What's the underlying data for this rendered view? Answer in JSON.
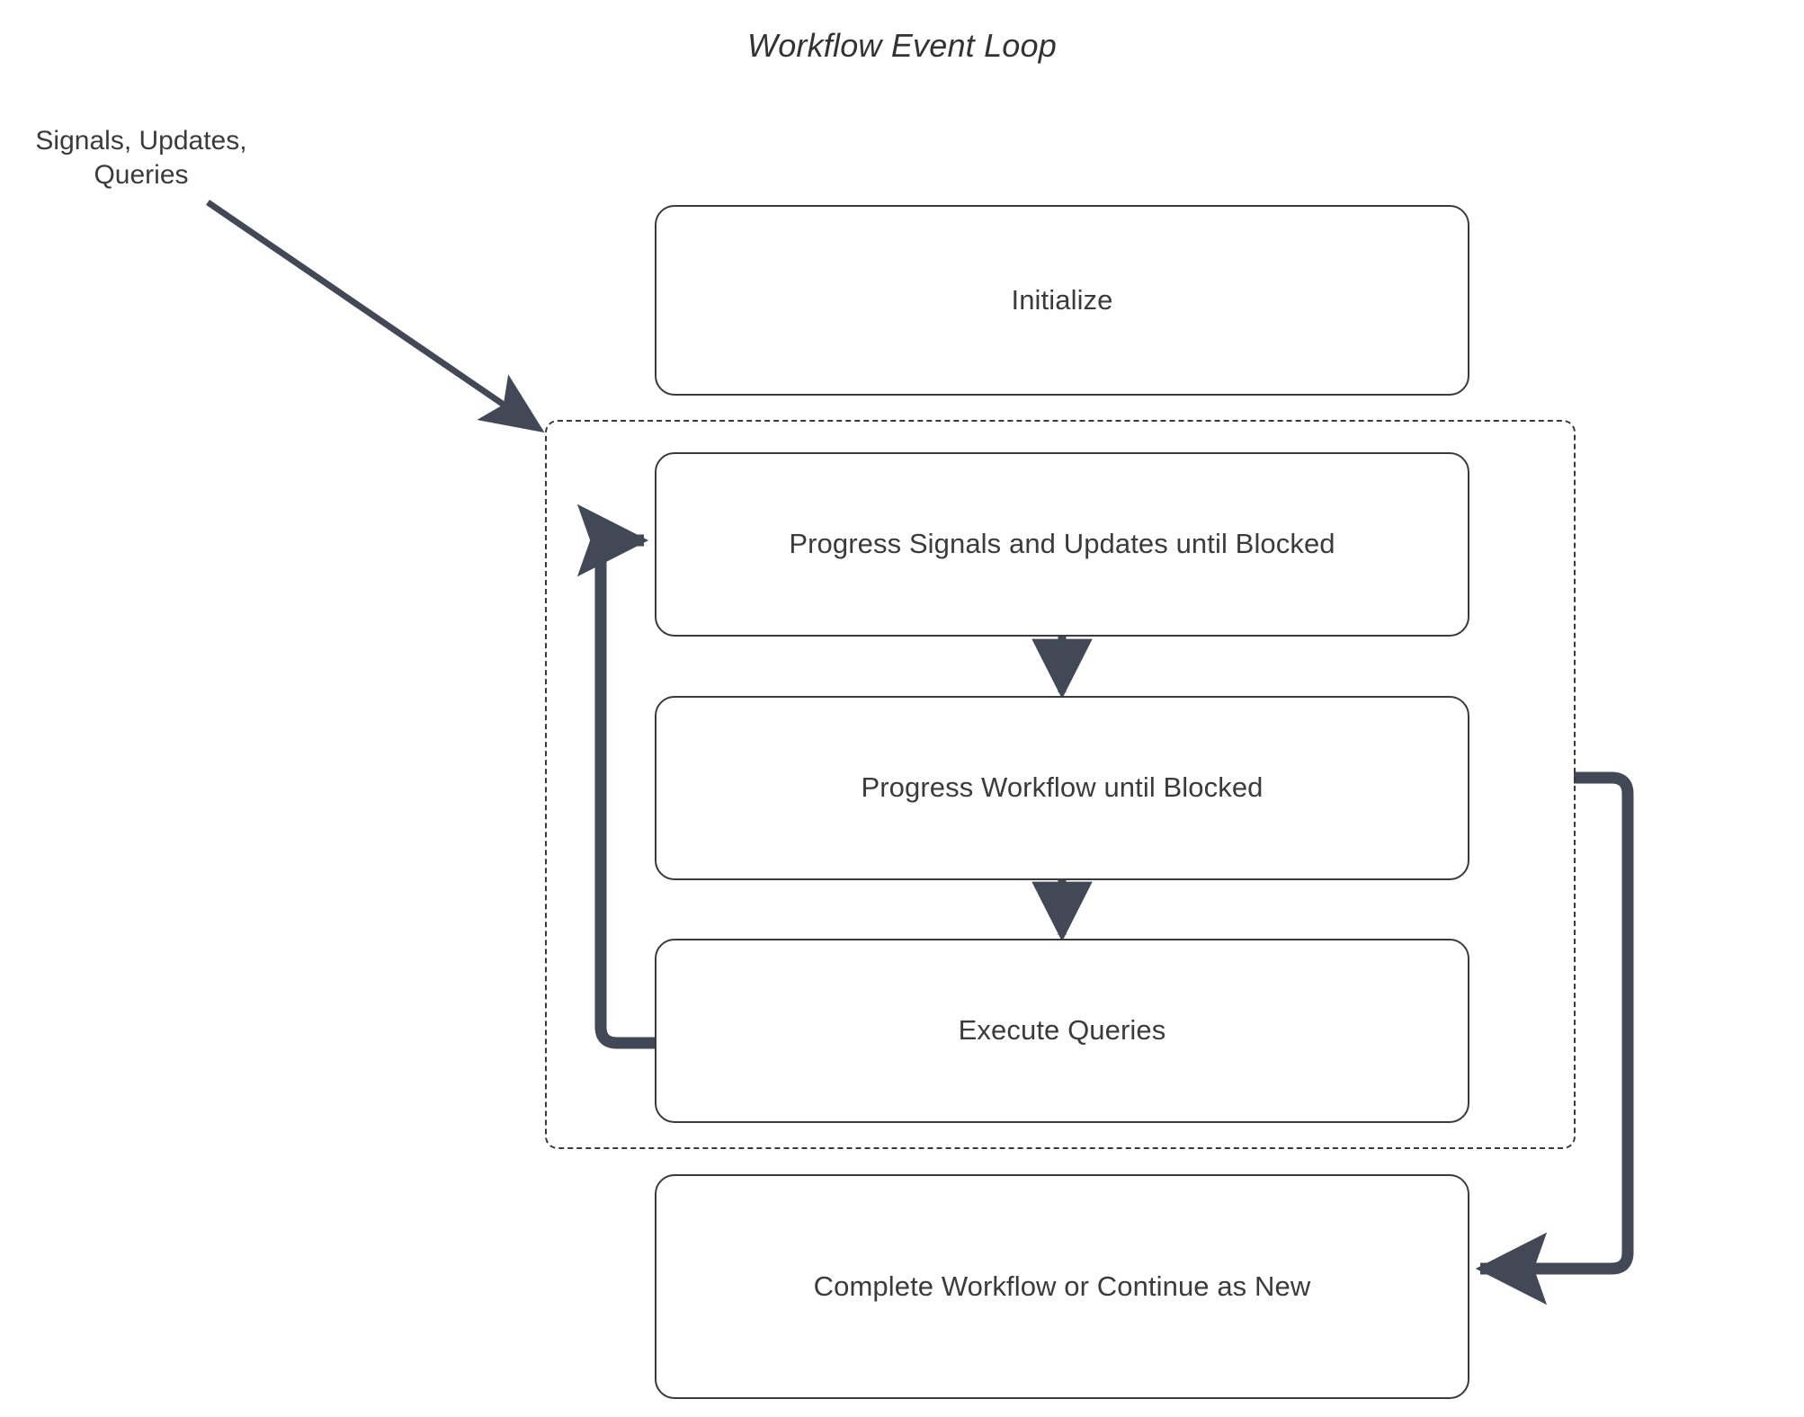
{
  "title": "Workflow Event Loop",
  "external_input": {
    "label_line1": "Signals, Updates,",
    "label_line2": "Queries"
  },
  "nodes": {
    "initialize": {
      "label": "Initialize"
    },
    "progress_signals": {
      "label": "Progress Signals and Updates until Blocked"
    },
    "progress_workflow": {
      "label": "Progress Workflow until Blocked"
    },
    "execute_queries": {
      "label": "Execute Queries"
    },
    "complete_workflow": {
      "label": "Complete Workflow or Continue as New"
    }
  },
  "loop_container": {
    "label": ""
  },
  "colors": {
    "background": "#ffffff",
    "box_border": "#3a3a3a",
    "box_fill": "#ffffff",
    "text": "#3b3b3b",
    "title_text": "#333333",
    "arrow": "#424856",
    "dashed_border": "#3a3a3a"
  },
  "edges": [
    {
      "name": "external-to-loop",
      "from": "Signals, Updates, Queries",
      "to": "loop-container"
    },
    {
      "name": "signals-to-workflow",
      "from": "Progress Signals and Updates until Blocked",
      "to": "Progress Workflow until Blocked"
    },
    {
      "name": "workflow-to-queries",
      "from": "Progress Workflow until Blocked",
      "to": "Execute Queries"
    },
    {
      "name": "queries-loop-back",
      "from": "Execute Queries",
      "to": "Progress Signals and Updates until Blocked"
    },
    {
      "name": "loop-to-complete",
      "from": "loop-container",
      "to": "Complete Workflow or Continue as New"
    }
  ]
}
